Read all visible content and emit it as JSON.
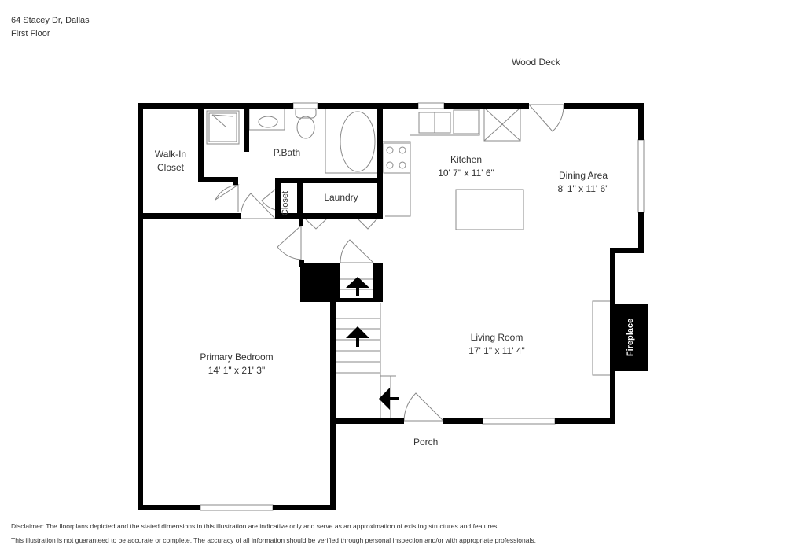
{
  "header": {
    "address": "64 Stacey Dr, Dallas",
    "floor": "First Floor"
  },
  "outside_labels": {
    "wood_deck": "Wood Deck",
    "porch": "Porch"
  },
  "rooms": [
    {
      "id": "walk-in-closet",
      "name_line1": "Walk-In",
      "name_line2": "Closet",
      "dims": ""
    },
    {
      "id": "p-bath",
      "name": "P.Bath",
      "dims": ""
    },
    {
      "id": "closet",
      "name": "Closet",
      "dims": ""
    },
    {
      "id": "laundry",
      "name": "Laundry",
      "dims": ""
    },
    {
      "id": "kitchen",
      "name": "Kitchen",
      "dims": "10' 7\" x 11' 6\""
    },
    {
      "id": "dining-area",
      "name": "Dining Area",
      "dims": "8' 1\" x 11' 6\""
    },
    {
      "id": "living-room",
      "name": "Living Room",
      "dims": "17' 1\" x 11' 4\""
    },
    {
      "id": "primary-bedroom",
      "name": "Primary Bedroom",
      "dims": "14' 1\" x 21' 3\""
    },
    {
      "id": "fireplace",
      "name": "Fireplace",
      "dims": ""
    }
  ],
  "disclaimer": {
    "line1": "Disclaimer: The floorplans depicted and the stated dimensions in this illustration are indicative only and serve as an approximation of existing structures and features.",
    "line2": "This illustration is not guaranteed to be accurate or complete. The accuracy of all information should be verified through personal inspection and/or with appropriate professionals."
  },
  "colors": {
    "wall": "#000000",
    "fixture": "#888888",
    "text": "#333333",
    "background": "#ffffff"
  }
}
